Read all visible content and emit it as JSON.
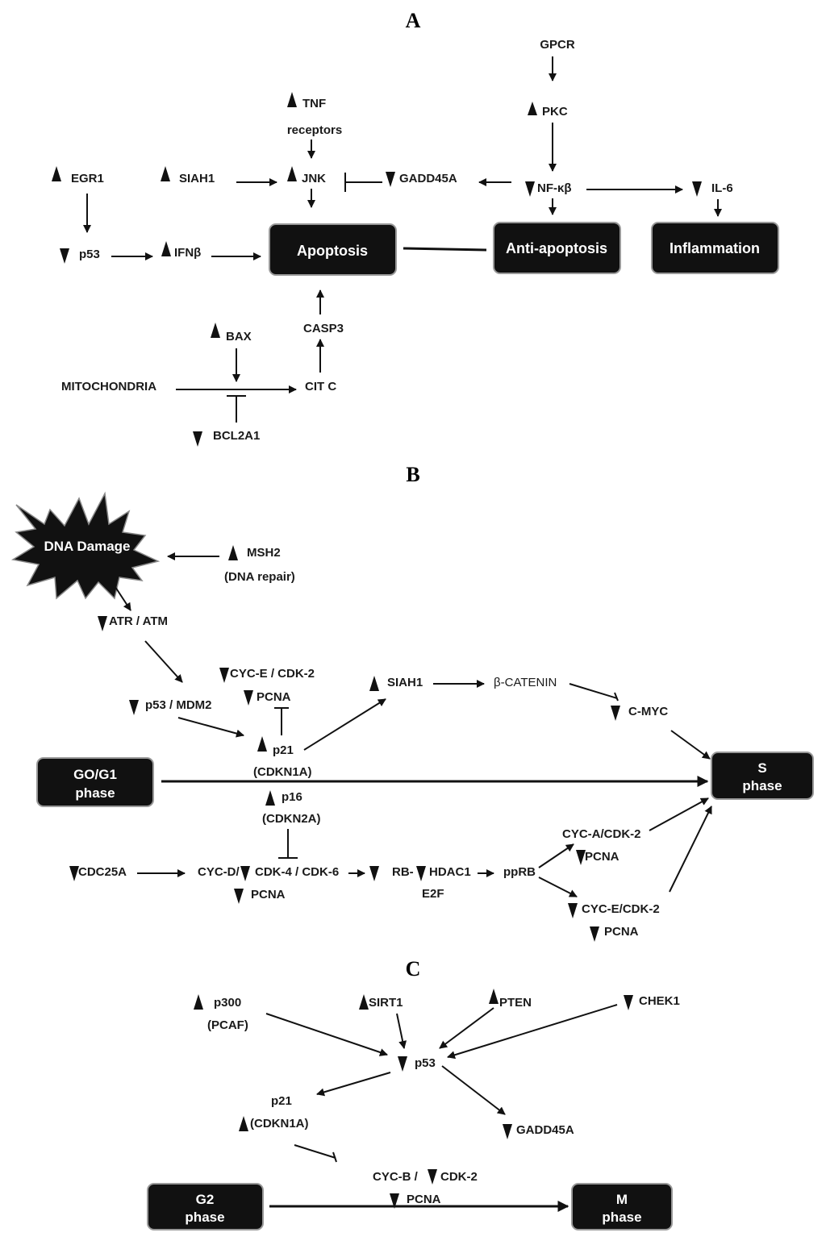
{
  "sections": {
    "a": "A",
    "b": "B",
    "c": "C"
  },
  "panel_a": {
    "gpcr": "GPCR",
    "pkc": "PKC",
    "tnf": "TNF",
    "receptors": "receptors",
    "egr1": "EGR1",
    "siah1": "SIAH1",
    "jnk": "JNK",
    "gadd45a": "GADD45A",
    "nfkb": "NF-κβ",
    "il6": "IL-6",
    "p53": "p53",
    "ifnb": "IFNβ",
    "apoptosis": "Apoptosis",
    "anti_apoptosis": "Anti-apoptosis",
    "inflammation": "Inflammation",
    "casp3": "CASP3",
    "bax": "BAX",
    "mitochondria": "MITOCHONDRIA",
    "citc": "CIT C",
    "bcl2a1": "BCL2A1"
  },
  "panel_b": {
    "dna_damage": "DNA Damage",
    "msh2": "MSH2",
    "dna_repair": "(DNA repair)",
    "atr_atm": "ATR / ATM",
    "cyce_cdk2": "CYC-E / CDK-2",
    "pcna": "PCNA",
    "siah1": "SIAH1",
    "beta_catenin": "β-CATENIN",
    "c_myc": "C-MYC",
    "p53_mdm2": "p53 / MDM2",
    "p21": "p21",
    "cdkn1a": "(CDKN1A)",
    "g0g1_line1": "GO/G1",
    "g0g1_line2": "phase",
    "s_line1": "S",
    "s_line2": "phase",
    "p16": "p16",
    "cdkn2a": "(CDKN2A)",
    "cyca_cdk2": "CYC-A/CDK-2",
    "cdc25a": "CDC25A",
    "cycd": "CYC-D/",
    "cdk4_cdk6": "CDK-4 / CDK-6",
    "rb": "RB-",
    "hdac1": "HDAC1",
    "pprb": "ppRB",
    "e2f": "E2F",
    "cyce_cdk2_b": "CYC-E/CDK-2"
  },
  "panel_c": {
    "p300": "p300",
    "pcaf": "(PCAF)",
    "sirt1": "SIRT1",
    "pten": "PTEN",
    "chek1": "CHEK1",
    "p53": "p53",
    "p21": "p21",
    "cdkn1a": "(CDKN1A)",
    "gadd45a": "GADD45A",
    "cycb": "CYC-B /",
    "cdk2": "CDK-2",
    "pcna": "PCNA",
    "g2_line1": "G2",
    "g2_line2": "phase",
    "m_line1": "M",
    "m_line2": "phase"
  }
}
